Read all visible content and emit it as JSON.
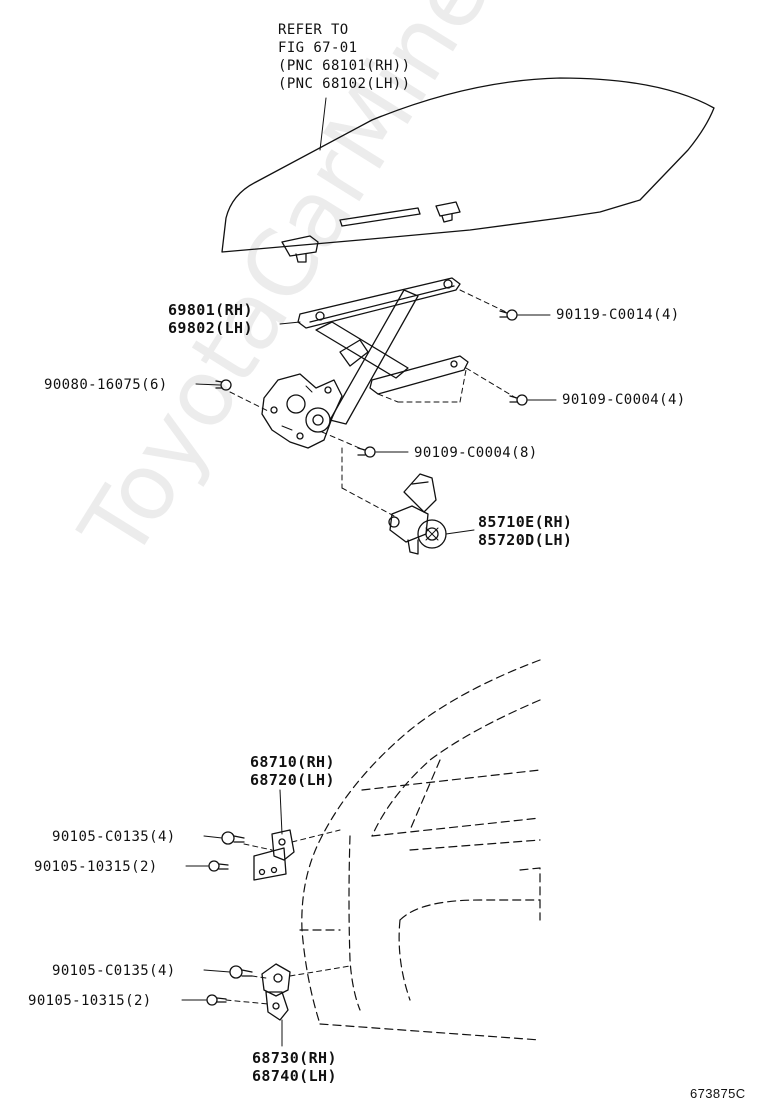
{
  "watermark": "ToyotaCarMine.ru",
  "glass_ref": {
    "line1": "REFER TO",
    "line2": "FIG 67-01",
    "line3": "(PNC 68101(RH))",
    "line4": "(PNC 68102(LH))"
  },
  "labels": {
    "regulator_rh": "69801(RH)",
    "regulator_lh": "69802(LH)",
    "bolt_a": "90119-C0014(4)",
    "bolt_b": "90080-16075(6)",
    "bolt_c": "90109-C0004(4)",
    "bolt_d": "90109-C0004(8)",
    "motor_rh": "85710E(RH)",
    "motor_lh": "85720D(LH)",
    "hinge_upper_rh": "68710(RH)",
    "hinge_upper_lh": "68720(LH)",
    "bolt_e": "90105-C0135(4)",
    "bolt_f": "90105-10315(2)",
    "bolt_g": "90105-C0135(4)",
    "bolt_h": "90105-10315(2)",
    "hinge_lower_rh": "68730(RH)",
    "hinge_lower_lh": "68740(LH)",
    "figure_code": "673875C"
  }
}
